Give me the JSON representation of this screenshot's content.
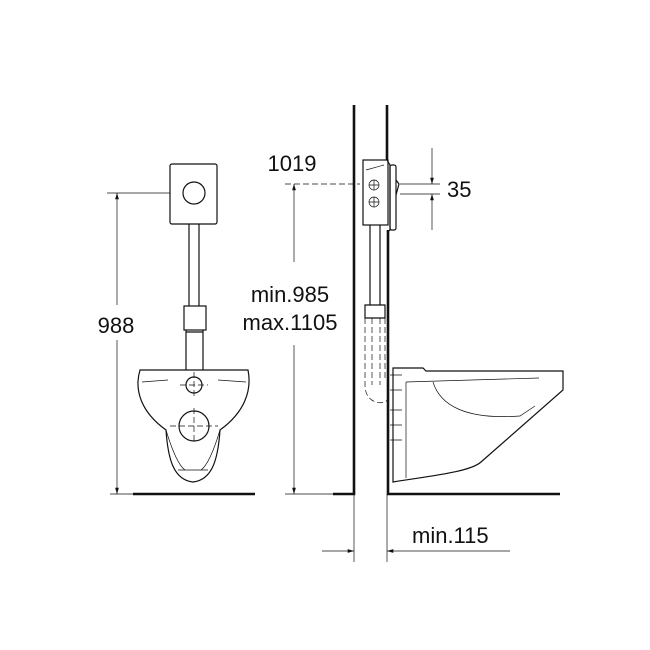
{
  "dimensions": {
    "flush_height": "988",
    "plate_height": "1019",
    "range_min": "min.985",
    "range_max": "max.1105",
    "offset": "35",
    "wall_depth": "min.115"
  }
}
